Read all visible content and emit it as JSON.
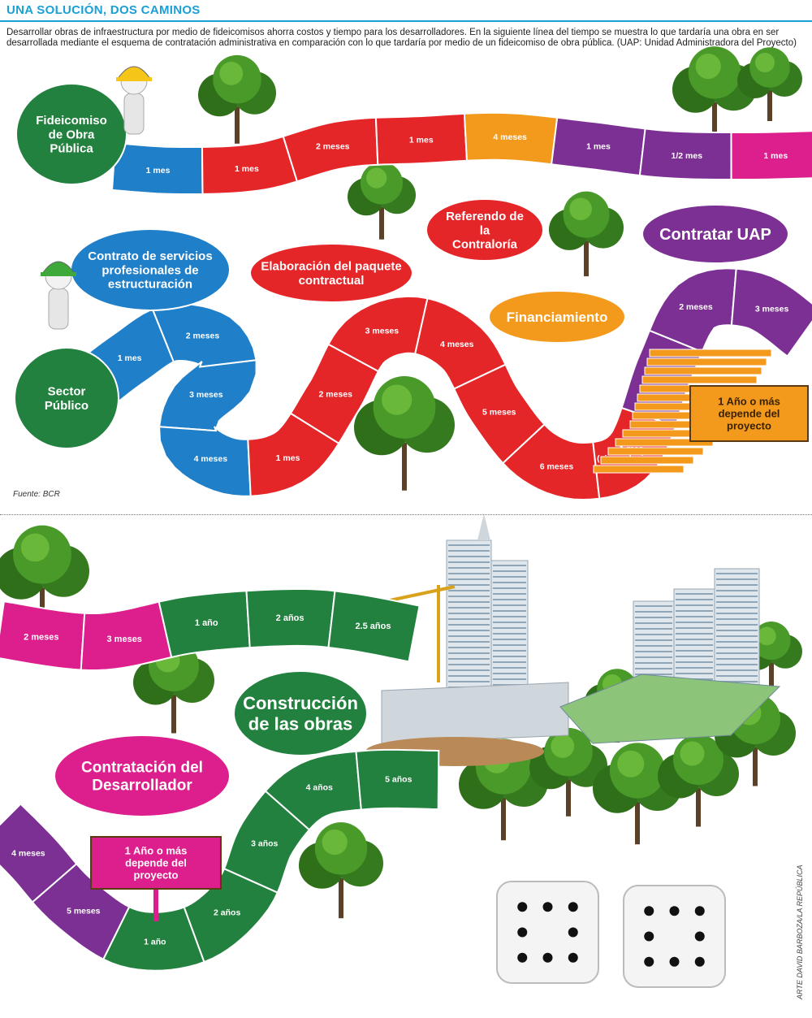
{
  "header": {
    "title": "UNA SOLUCIÓN, DOS CAMINOS",
    "description": "Desarrollar obras de infraestructura por medio de fideicomisos ahorra costos y tiempo para los desarrolladores. En la siguiente línea del tiempo se muestra lo que tardaría una obra en ser desarrollada mediante el esquema de contratación administrativa en comparación con lo que tardaría por medio de un fideicomiso de obra pública. (UAP: Unidad Administradora del Proyecto)"
  },
  "colors": {
    "blue": "#1f7fc8",
    "red": "#e52629",
    "orange": "#f39a1d",
    "purple": "#7d3094",
    "magenta": "#dc1f8c",
    "green": "#23813f",
    "tree": "#3f8a22",
    "title": "#1aa0d6"
  },
  "starts": {
    "fideicomiso": "Fideicomiso de Obra Pública",
    "sector": "Sector Público"
  },
  "fideicomiso_path": [
    {
      "label": "1 mes",
      "color": "blue"
    },
    {
      "label": "1 mes",
      "color": "red"
    },
    {
      "label": "2 meses",
      "color": "red"
    },
    {
      "label": "1 mes",
      "color": "red"
    },
    {
      "label": "4 meses",
      "color": "orange"
    },
    {
      "label": "1 mes",
      "color": "purple"
    },
    {
      "label": "1/2 mes",
      "color": "purple"
    },
    {
      "label": "1 mes",
      "color": "magenta"
    }
  ],
  "sector_path_top": [
    {
      "label": "1 mes",
      "color": "blue"
    },
    {
      "label": "2 meses",
      "color": "blue"
    },
    {
      "label": "3 meses",
      "color": "blue"
    },
    {
      "label": "4 meses",
      "color": "blue"
    },
    {
      "label": "1 mes",
      "color": "red"
    },
    {
      "label": "2 meses",
      "color": "red"
    },
    {
      "label": "3 meses",
      "color": "red"
    },
    {
      "label": "4 meses",
      "color": "red"
    },
    {
      "label": "5 meses",
      "color": "red"
    },
    {
      "label": "6 meses",
      "color": "red"
    },
    {
      "label": "1 mes (sin apelaciones)",
      "color": "red"
    },
    {
      "label": "1 mes",
      "color": "purple"
    },
    {
      "label": "2 meses",
      "color": "purple"
    },
    {
      "label": "3 meses",
      "color": "purple"
    }
  ],
  "construction_path": [
    {
      "label": "2 meses",
      "color": "magenta"
    },
    {
      "label": "3 meses",
      "color": "magenta"
    },
    {
      "label": "1 año",
      "color": "green"
    },
    {
      "label": "2 años",
      "color": "green"
    },
    {
      "label": "2.5 años",
      "color": "green"
    }
  ],
  "sector_path_bottom": [
    {
      "label": "4 meses",
      "color": "purple"
    },
    {
      "label": "5 meses",
      "color": "purple"
    },
    {
      "label": "1 año",
      "color": "green"
    },
    {
      "label": "2 años",
      "color": "green"
    },
    {
      "label": "3 años",
      "color": "green"
    },
    {
      "label": "4 años",
      "color": "green"
    },
    {
      "label": "5 años",
      "color": "green"
    }
  ],
  "stages": {
    "contrato": "Contrato de servicios profesionales de estructuración",
    "elaboracion": "Elaboración del paquete contractual",
    "referendo": "Referendo de la Contraloría",
    "financiamiento": "Financiamiento",
    "uap": "Contratar UAP",
    "desarrollador": "Contratación del Desarrollador",
    "construccion": "Construcción de las obras"
  },
  "signs": {
    "orange": "1 Año o más depende del proyecto",
    "magenta": "1 Año o más depende del proyecto"
  },
  "source": "Fuente: BCR",
  "credit": "ARTE DAVID BARBOZA/LA REPÚBLICA"
}
